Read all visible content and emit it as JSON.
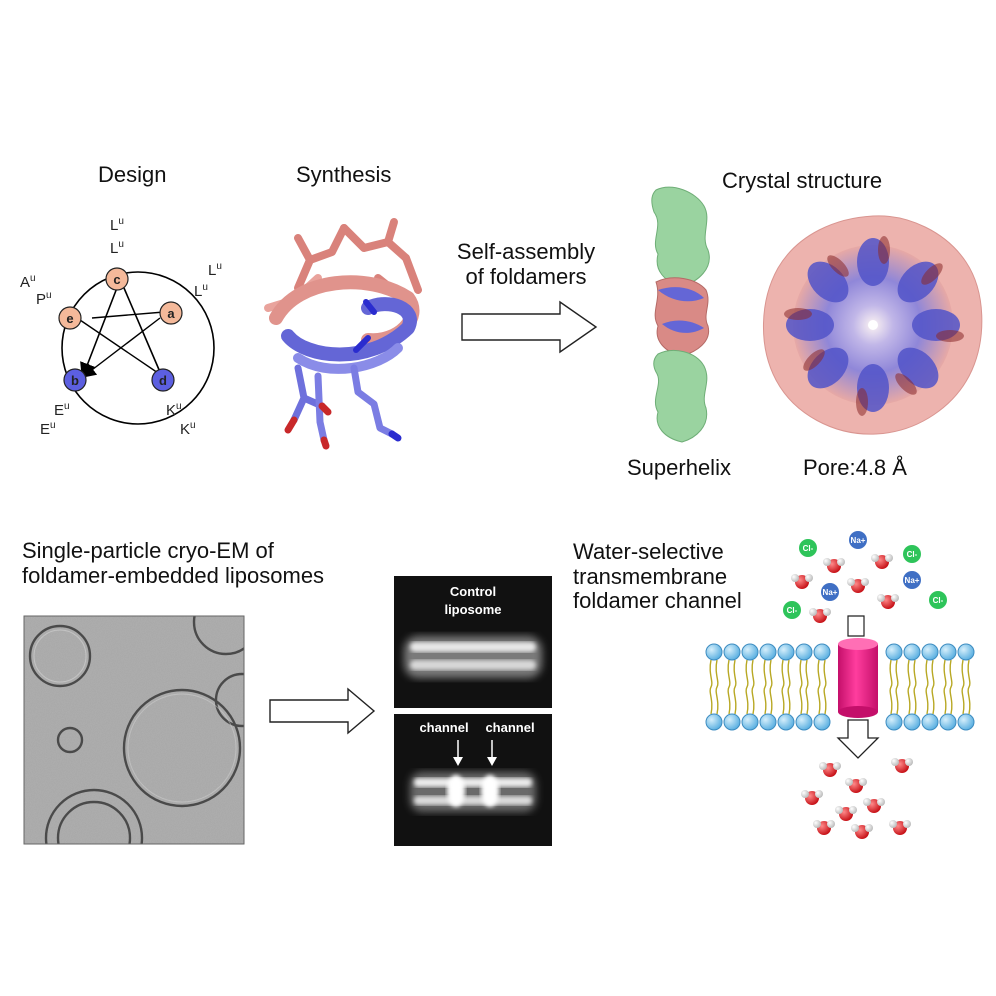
{
  "design": {
    "title": "Design",
    "nodes": {
      "a": "a",
      "b": "b",
      "c": "c",
      "d": "d",
      "e": "e"
    },
    "residues": [
      "L",
      "L",
      "L",
      "L",
      "A",
      "P",
      "E",
      "E",
      "K",
      "K"
    ],
    "superscript": "u"
  },
  "synthesis": {
    "title": "Synthesis"
  },
  "self_assembly": {
    "label_line1": "Self-assembly",
    "label_line2": "of foldamers"
  },
  "crystal": {
    "title": "Crystal structure",
    "superhelix_label": "Superhelix",
    "pore_label": "Pore:4.8 Å"
  },
  "cryoem": {
    "title_line1": "Single-particle cryo-EM of",
    "title_line2": "foldamer-embedded liposomes",
    "control_line1": "Control",
    "control_line2": "liposome",
    "channel_left": "channel",
    "channel_right": "channel"
  },
  "channel_section": {
    "title_line1": "Water-selective",
    "title_line2": "transmembrane",
    "title_line3": "foldamer channel",
    "ions": [
      "Cl-",
      "Na+"
    ]
  },
  "colors": {
    "salmon": "#f4b99a",
    "blue": "#5c5fe0",
    "green": "#8fd19a",
    "pink": "#e8177f",
    "lipid": "#7fc4ea",
    "tail": "#d8c94a"
  }
}
